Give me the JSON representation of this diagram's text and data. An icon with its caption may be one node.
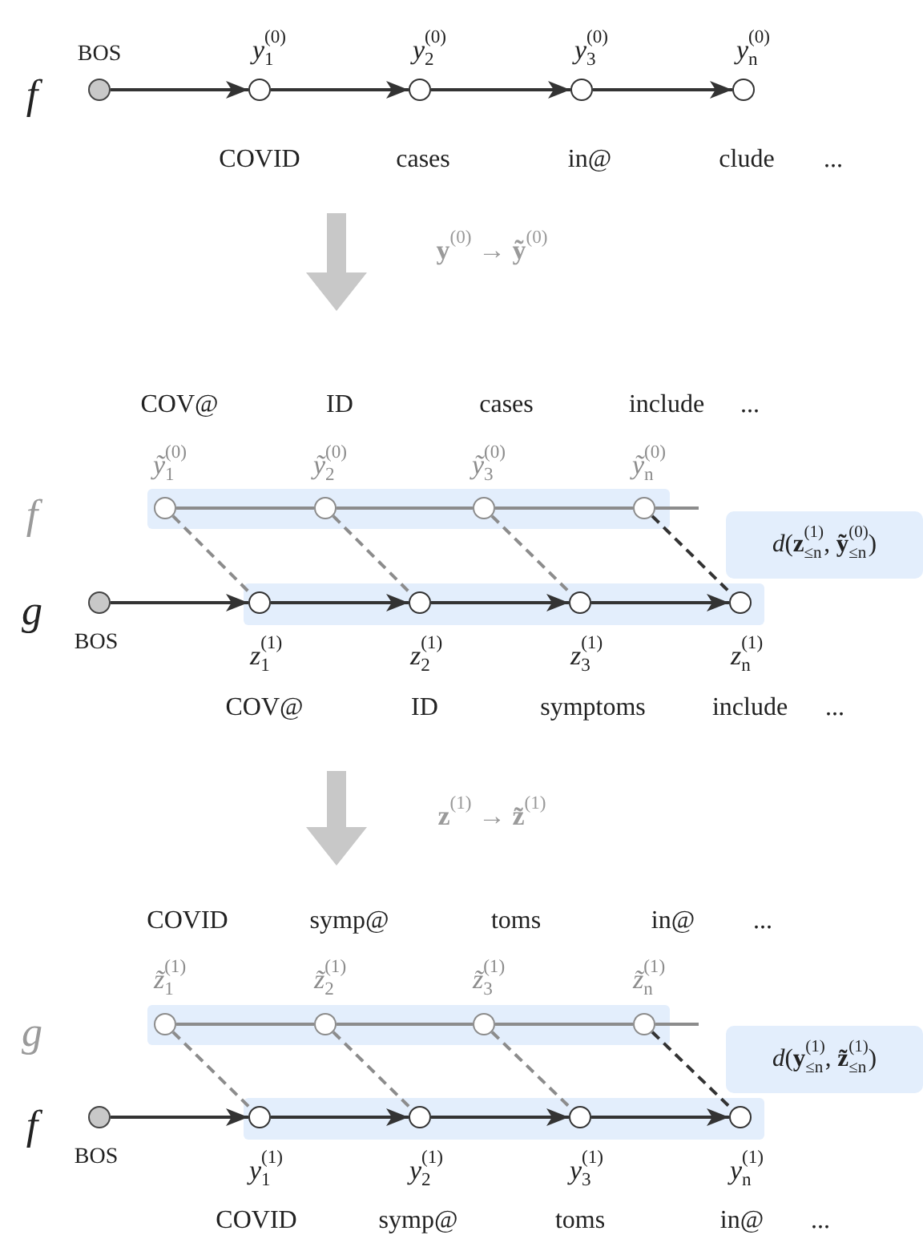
{
  "diagram": {
    "nodes": [
      {
        "text": [],
        "shape": "circle",
        "beside": [
          "BOS"
        ]
      },
      {
        "text": [],
        "shape": "circle",
        "beside": [
          "*y*$_{1}$$^{(0)}$"
        ]
      },
      {
        "text": [],
        "shape": "circle",
        "beside": [
          "*y*$_{2}$$^{(0)}$"
        ]
      },
      {
        "text": [],
        "shape": "circle",
        "beside": [
          "*y*$_{3}$$^{(0)}$"
        ]
      },
      {
        "text": [],
        "shape": "circle",
        "beside": [
          "*y*$_{n}$$^{(0)}$"
        ]
      },
      {
        "text": [],
        "shape": "bar"
      },
      {
        "text": [],
        "shape": "circle",
        "in": 5,
        "beside": [
          "*ỹ*$_{1}$$^{(0)}$"
        ]
      },
      {
        "text": [],
        "shape": "circle",
        "in": 5,
        "beside": [
          "*ỹ*$_{2}$$^{(0)}$"
        ]
      },
      {
        "text": [],
        "shape": "circle",
        "in": 5,
        "beside": [
          "*ỹ*$_{3}$$^{(0)}$"
        ]
      },
      {
        "text": [],
        "shape": "circle",
        "in": 5,
        "beside": [
          "*ỹ*$_{n}$$^{(0)}$"
        ]
      },
      {
        "text": [
          "*d*(**z**$_{≤n}$$^{(1)}$, **ỹ**$_{≤n}$$^{(0)}$)"
        ]
      },
      {
        "text": [],
        "shape": "circle",
        "beside": [
          "BOS"
        ]
      },
      {
        "text": [],
        "shape": "bar"
      },
      {
        "text": [],
        "shape": "circle",
        "in": 12,
        "beside": [
          "*z*$_{1}$$^{(1)}$"
        ]
      },
      {
        "text": [],
        "shape": "circle",
        "in": 12,
        "beside": [
          "*z*$_{2}$$^{(1)}$"
        ]
      },
      {
        "text": [],
        "shape": "circle",
        "in": 12,
        "beside": [
          "*z*$_{3}$$^{(1)}$"
        ]
      },
      {
        "text": [],
        "shape": "circle",
        "in": 12,
        "beside": [
          "*z*$_{n}$$^{(1)}$"
        ]
      },
      {
        "text": [],
        "shape": "bar"
      },
      {
        "text": [],
        "shape": "circle",
        "in": 17,
        "beside": [
          "*z̃*$_{1}$$^{(1)}$"
        ]
      },
      {
        "text": [],
        "shape": "circle",
        "in": 17,
        "beside": [
          "*z̃*$_{2}$$^{(1)}$"
        ]
      },
      {
        "text": [],
        "shape": "circle",
        "in": 17,
        "beside": [
          "*z̃*$_{3}$$^{(1)}$"
        ]
      },
      {
        "text": [],
        "shape": "circle",
        "in": 17,
        "beside": [
          "*z̃*$_{n}$$^{(1)}$"
        ]
      },
      {
        "text": [
          "*d*(**y**$_{≤n}$$^{(1)}$, **z̃**$_{≤n}$$^{(1)}$)"
        ]
      },
      {
        "text": [],
        "shape": "circle",
        "beside": [
          "BOS"
        ]
      },
      {
        "text": [],
        "shape": "bar"
      },
      {
        "text": [],
        "shape": "circle",
        "in": 24,
        "beside": [
          "*y*$_{1}$$^{(1)}$"
        ]
      },
      {
        "text": [],
        "shape": "circle",
        "in": 24,
        "beside": [
          "*y*$_{2}$$^{(1)}$"
        ]
      },
      {
        "text": [],
        "shape": "circle",
        "in": 24,
        "beside": [
          "*y*$_{3}$$^{(1)}$"
        ]
      },
      {
        "text": [],
        "shape": "circle",
        "in": 24,
        "beside": [
          "*y*$_{n}$$^{(1)}$"
        ]
      }
    ],
    "edges": [
      {
        "from": 0,
        "to": 1,
        "arrow": "to"
      },
      {
        "from": 1,
        "to": 2,
        "arrow": "to"
      },
      {
        "from": 2,
        "to": 3,
        "arrow": "to"
      },
      {
        "from": 3,
        "to": 4,
        "arrow": "to"
      },
      {
        "from": 6,
        "to": 7,
        "arrow": "none",
        "color": "#8c8c8c"
      },
      {
        "from": 7,
        "to": 8,
        "arrow": "none",
        "color": "#8c8c8c"
      },
      {
        "from": 8,
        "to": 9,
        "arrow": "none",
        "color": "#8c8c8c"
      },
      {
        "from": 9,
        "to": null,
        "arrow": "none",
        "color": "#8c8c8c"
      },
      {
        "from": 6,
        "to": 13,
        "arrow": "none",
        "style": "dashed",
        "color": "#8c8c8c"
      },
      {
        "from": 7,
        "to": 14,
        "arrow": "none",
        "style": "dashed",
        "color": "#8c8c8c"
      },
      {
        "from": 8,
        "to": 15,
        "arrow": "none",
        "style": "dashed",
        "color": "#8c8c8c"
      },
      {
        "from": 9,
        "to": 16,
        "arrow": "none",
        "style": "dashed"
      },
      {
        "from": 11,
        "to": 13,
        "arrow": "to"
      },
      {
        "from": 13,
        "to": 14,
        "arrow": "to"
      },
      {
        "from": 14,
        "to": 15,
        "arrow": "to"
      },
      {
        "from": 15,
        "to": 16,
        "arrow": "to"
      },
      {
        "from": 18,
        "to": 19,
        "arrow": "none",
        "color": "#8c8c8c"
      },
      {
        "from": 19,
        "to": 20,
        "arrow": "none",
        "color": "#8c8c8c"
      },
      {
        "from": 20,
        "to": 21,
        "arrow": "none",
        "color": "#8c8c8c"
      },
      {
        "from": 21,
        "to": null,
        "arrow": "none",
        "color": "#8c8c8c"
      },
      {
        "from": 18,
        "to": 25,
        "arrow": "none",
        "style": "dashed",
        "color": "#8c8c8c"
      },
      {
        "from": 19,
        "to": 26,
        "arrow": "none",
        "style": "dashed",
        "color": "#8c8c8c"
      },
      {
        "from": 20,
        "to": 27,
        "arrow": "none",
        "style": "dashed",
        "color": "#8c8c8c"
      },
      {
        "from": 21,
        "to": 28,
        "arrow": "none",
        "style": "dashed"
      },
      {
        "from": 23,
        "to": 25,
        "arrow": "to"
      },
      {
        "from": 25,
        "to": 26,
        "arrow": "to"
      },
      {
        "from": 26,
        "to": 27,
        "arrow": "to"
      },
      {
        "from": 27,
        "to": 28,
        "arrow": "to"
      }
    ],
    "labels": [
      "f",
      "COVID",
      "cases",
      "in@",
      "clude",
      "...",
      "**y**$^{(0)}$ → **ỹ**$^{(0)}$",
      "COV@",
      "ID",
      "cases",
      "include",
      "...",
      "f",
      "g",
      "COV@",
      "ID",
      "symptoms",
      "include",
      "...",
      "**z**$^{(1)}$ → **z̃**$^{(1)}$",
      "COVID",
      "symp@",
      "toms",
      "in@",
      "...",
      "g",
      "f",
      "COVID",
      "symp@",
      "toms",
      "in@",
      "..."
    ]
  }
}
